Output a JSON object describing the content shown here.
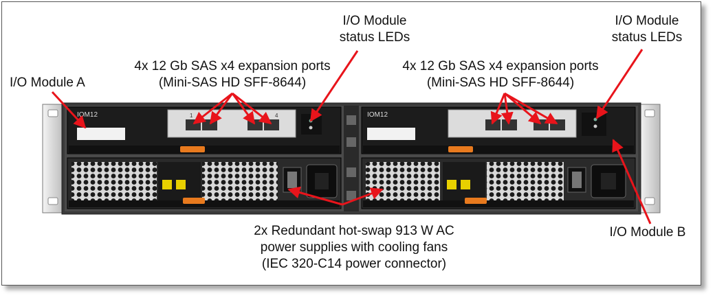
{
  "labels": {
    "io_module_a": "I/O Module A",
    "io_module_b": "I/O Module B",
    "ports_left_line1": "4x 12 Gb SAS x4 expansion ports",
    "ports_left_line2": "(Mini-SAS HD SFF-8644)",
    "ports_right_line1": "4x 12 Gb SAS x4 expansion ports",
    "ports_right_line2": "(Mini-SAS HD SFF-8644)",
    "leds_left_line1": "I/O Module",
    "leds_left_line2": "status LEDs",
    "leds_right_line1": "I/O Module",
    "leds_right_line2": "status LEDs",
    "psu_line1": "2x Redundant hot-swap 913 W AC",
    "psu_line2": "power supplies with cooling fans",
    "psu_line3": "(IEC 320-C14 power connector)"
  },
  "device": {
    "module_a_tag": "IOM12",
    "module_b_tag": "IOM12",
    "port_group_a": "1",
    "port_group_b": "4"
  },
  "colors": {
    "arrow": "#e8141b",
    "chassis": "#2b2b2b",
    "module": "#1a1a1a",
    "latch": "#e87a1e"
  }
}
